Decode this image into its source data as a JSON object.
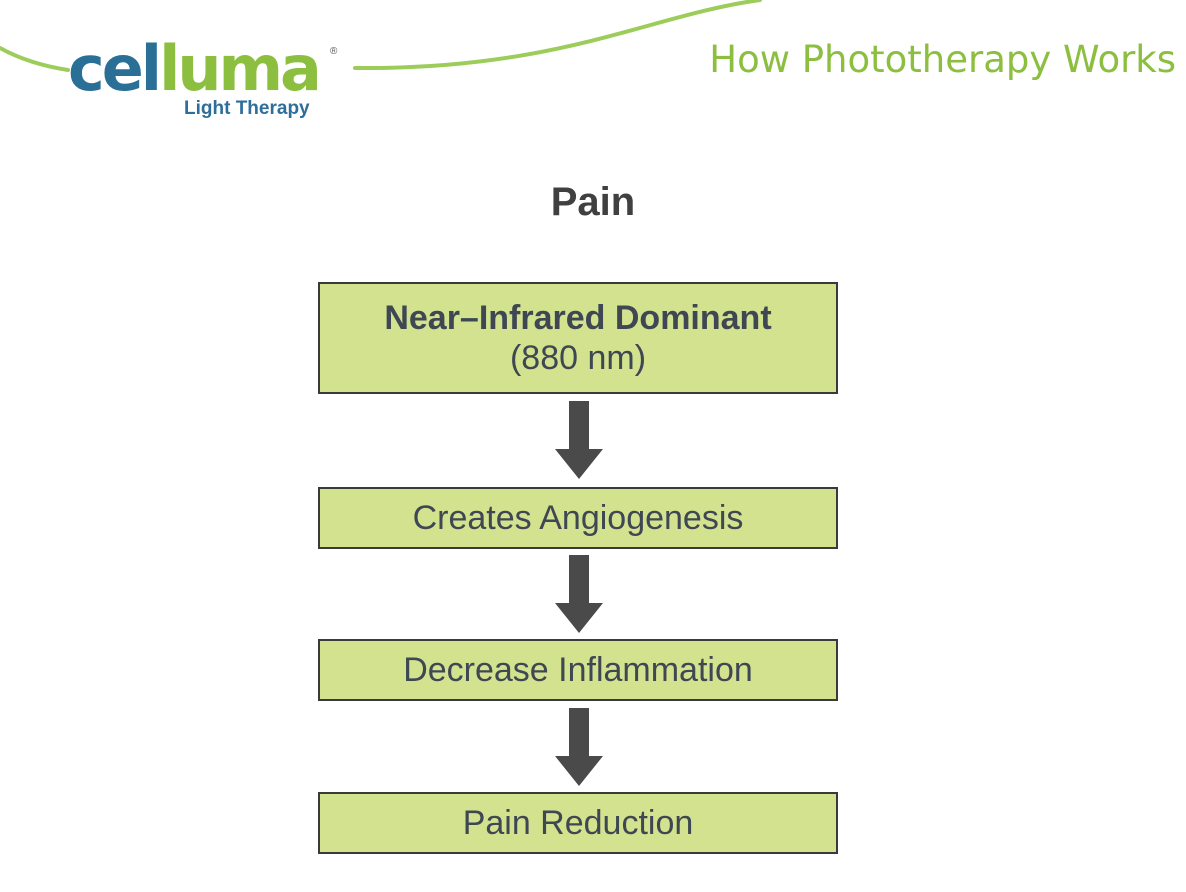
{
  "header": {
    "title": "How Phototherapy Works",
    "title_color": "#8cbf3f",
    "logo": {
      "text_part_1": "cel",
      "text_part_2": "luma",
      "subtitle": "Light Therapy",
      "registered_mark": "®",
      "color_part_1": "#2a6f96",
      "color_part_2": "#8cbf3f"
    },
    "swoosh_color": "#9ccc5a"
  },
  "slide_title": "Pain",
  "flow": {
    "box_fill": "#d3e28f",
    "arrow_color": "#4a4a4a",
    "steps": [
      {
        "title": "Near–Infrared Dominant",
        "subtitle": "(880 nm)"
      },
      {
        "label": "Creates Angiogenesis"
      },
      {
        "label": "Decrease Inflammation"
      },
      {
        "label": "Pain Reduction"
      }
    ]
  }
}
